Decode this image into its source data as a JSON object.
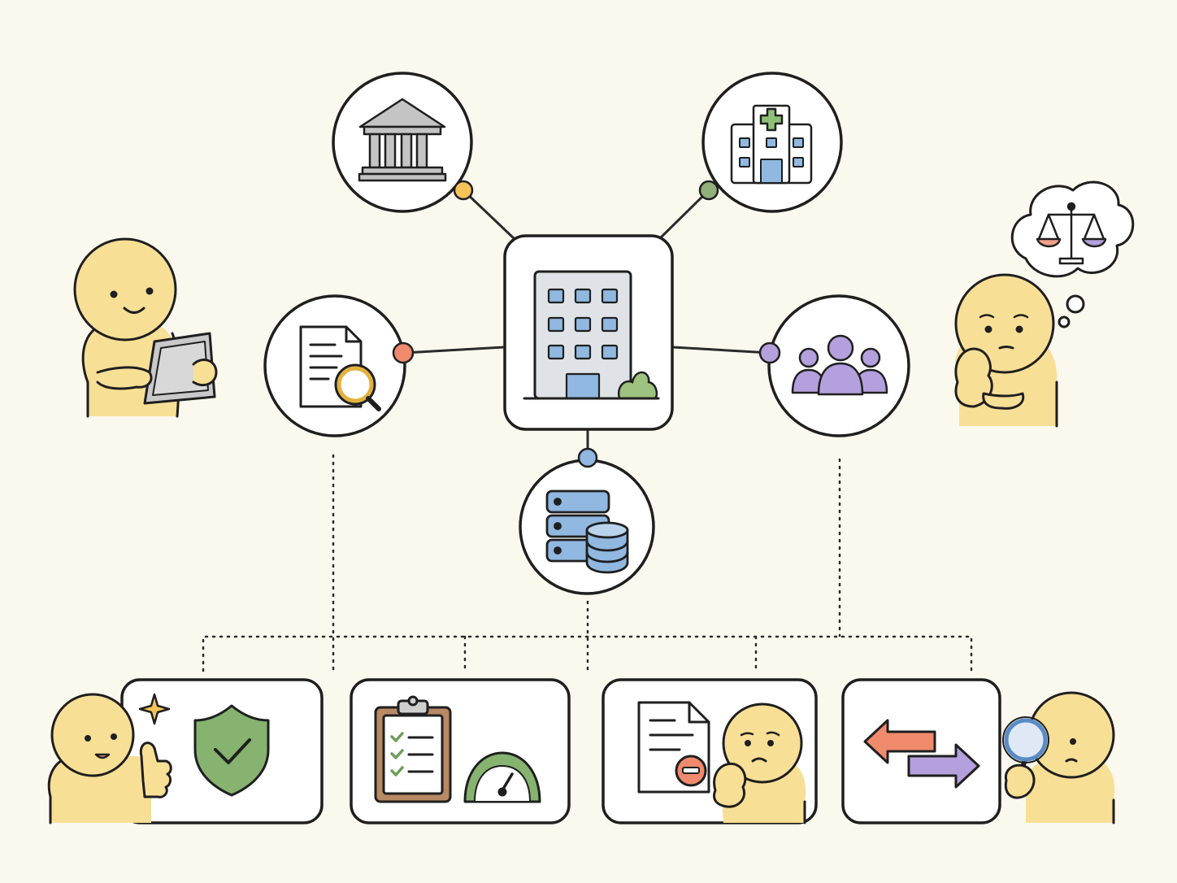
{
  "colors": {
    "background": "#fbf8ee",
    "outline": "#1f1f1f",
    "character_skin": "#f8df96",
    "building_blue": "#90b8e0",
    "green_accent": "#7fae6a",
    "purple_accent": "#b3a0dc",
    "orange_accent": "#f08a6c",
    "yellow_accent": "#f5c35a",
    "gray_icon": "#b5b5b5",
    "clipboard_brown": "#b78a64"
  },
  "hub": {
    "icon": "office-building-icon"
  },
  "nodes": [
    {
      "id": "government",
      "icon": "government-building-icon",
      "connector_color": "#f5c35a"
    },
    {
      "id": "hospital",
      "icon": "hospital-icon",
      "connector_color": "#8fb07a"
    },
    {
      "id": "document-review",
      "icon": "document-search-icon",
      "connector_color": "#f08a6c"
    },
    {
      "id": "community",
      "icon": "people-group-icon",
      "connector_color": "#b3a0dc"
    },
    {
      "id": "data-storage",
      "icon": "database-server-icon",
      "connector_color": "#90b8e0"
    }
  ],
  "outcomes": [
    {
      "id": "security-approved",
      "icon": "shield-check-icon"
    },
    {
      "id": "checklist-performance",
      "icon": "clipboard-gauge-icon"
    },
    {
      "id": "document-rejected",
      "icon": "document-minus-icon"
    },
    {
      "id": "data-exchange",
      "icon": "exchange-arrows-icon"
    }
  ],
  "characters": [
    {
      "id": "tablet-user",
      "expression": "smiling"
    },
    {
      "id": "pondering-ethics",
      "expression": "thinking",
      "thought": "scales-of-justice-icon"
    },
    {
      "id": "thumbs-up",
      "expression": "happy"
    },
    {
      "id": "worried-reader",
      "expression": "worried"
    },
    {
      "id": "inspector",
      "expression": "curious"
    }
  ]
}
